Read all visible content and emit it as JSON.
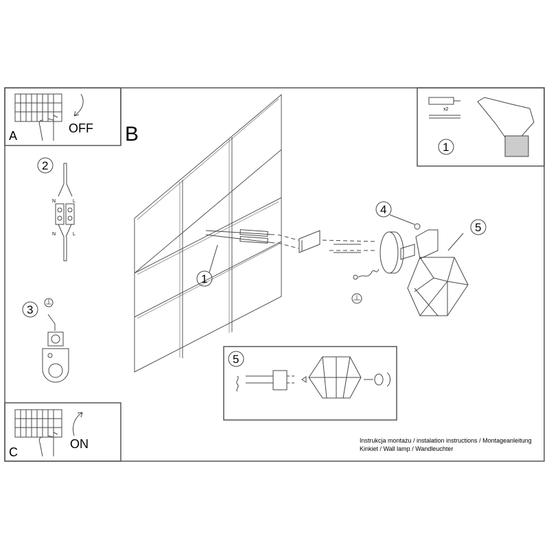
{
  "panels": {
    "a": {
      "letter": "A",
      "action": "OFF"
    },
    "b": {
      "letter": "B"
    },
    "c": {
      "letter": "C",
      "action": "ON"
    }
  },
  "steps": {
    "step1_tools": "1",
    "step1_wall": "1",
    "step2": "2",
    "step3": "3",
    "step4": "4",
    "step5": "5",
    "step5_inset": "5"
  },
  "wiring": {
    "neutral": "N",
    "live": "L"
  },
  "tools": {
    "quantity": "x2"
  },
  "caption": {
    "line1": "Instrukcja montażu / instalation instructions / Montageanleitung",
    "line2": "Kinkiet / Wall lamp / Wandleuchter"
  },
  "colors": {
    "line": "#444444",
    "frame": "#555555"
  }
}
